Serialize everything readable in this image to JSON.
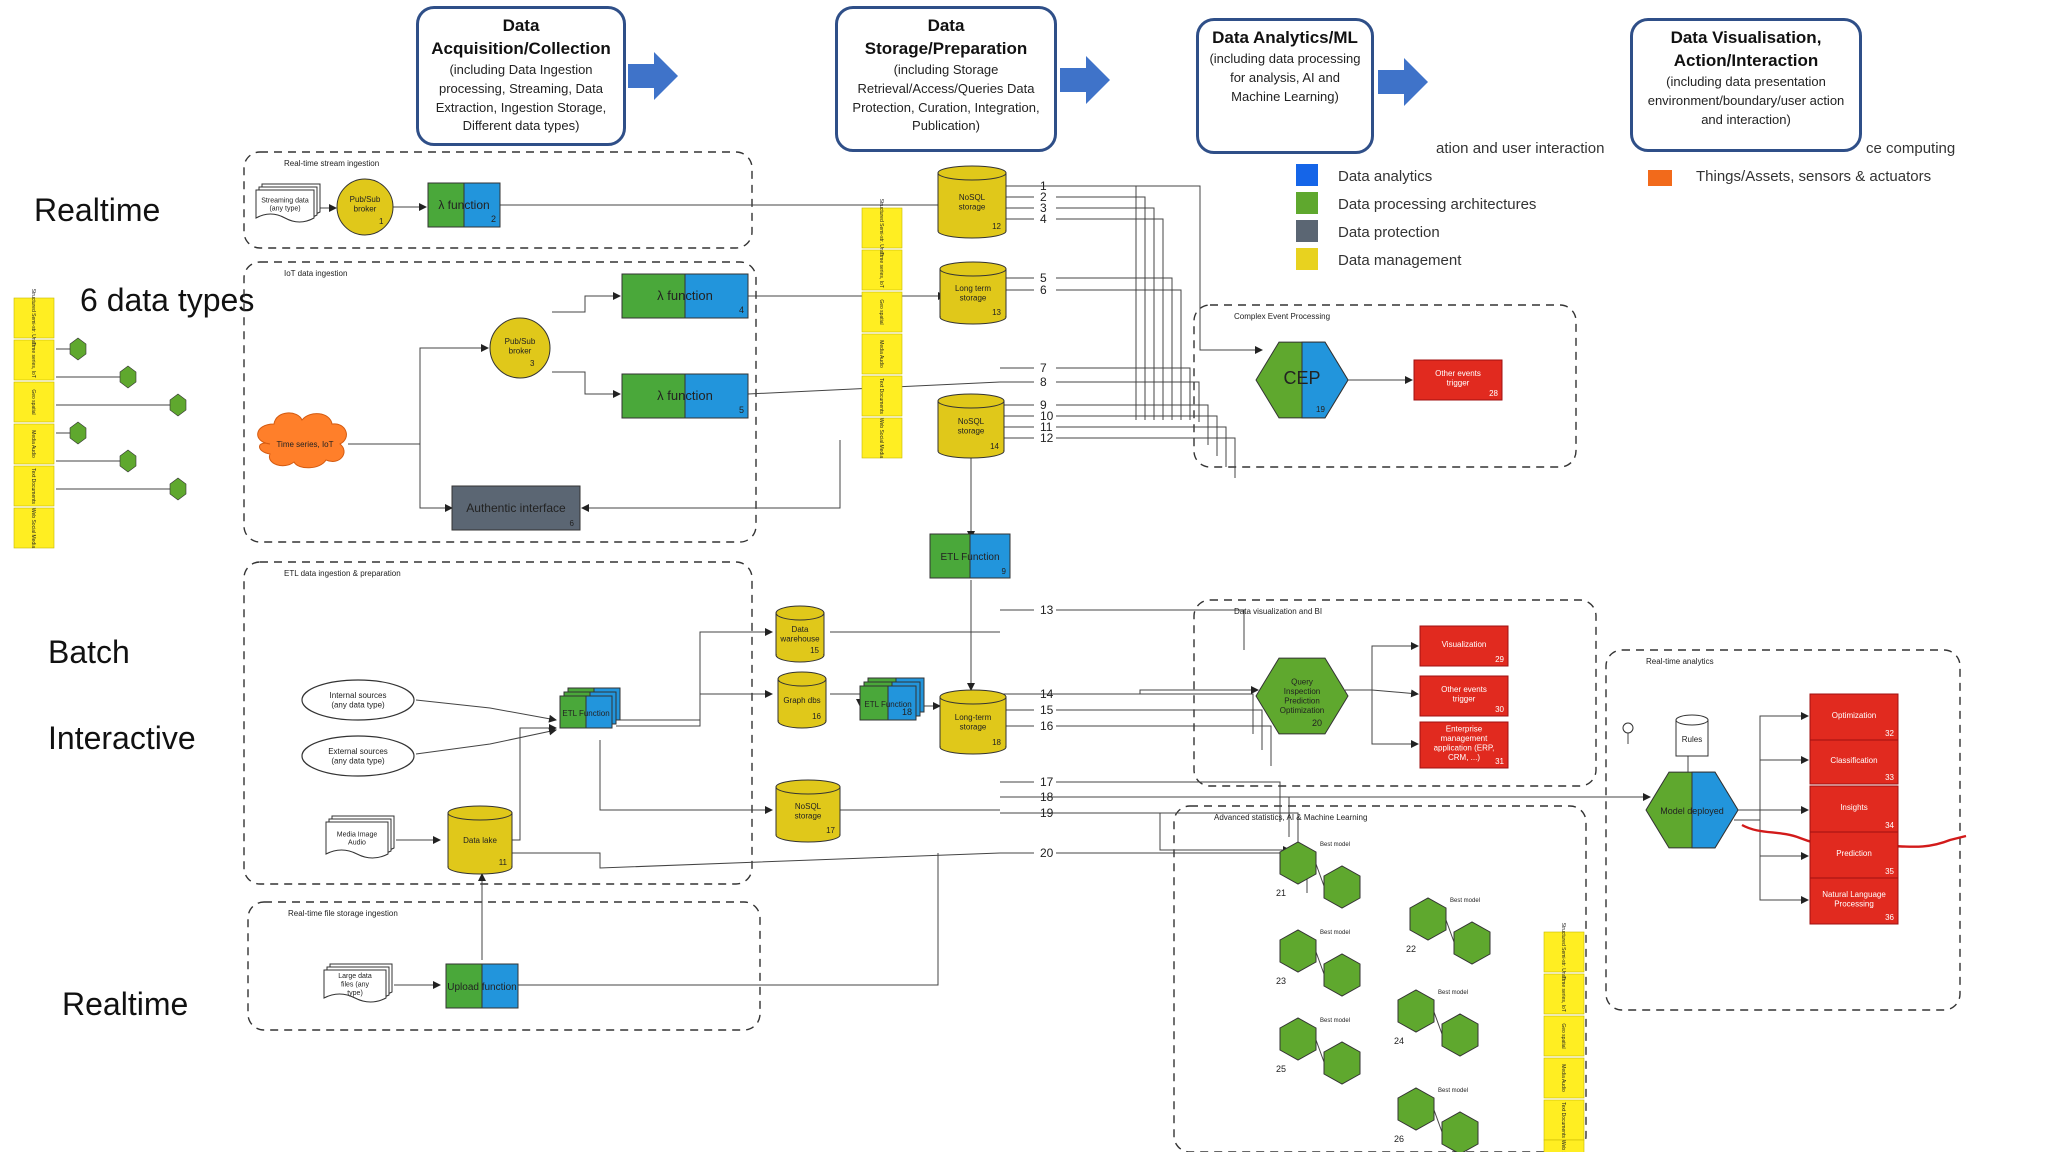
{
  "phases": [
    {
      "title": "Data Acquisition/Collection",
      "subtitle": "(including Data Ingestion processing, Streaming, Data Extraction, Ingestion Storage, Different data types)"
    },
    {
      "title": "Data Storage/Preparation",
      "subtitle": "(including Storage Retrieval/Access/Queries Data Protection, Curation, Integration, Publication)"
    },
    {
      "title": "Data Analytics/ML",
      "subtitle": "(including data processing for analysis, AI and Machine Learning)"
    },
    {
      "title": "Data Visualisation, Action/Interaction",
      "subtitle": "(including data presentation environment/boundary/user action and interaction)"
    }
  ],
  "side_labels": {
    "realtime_top": "Realtime",
    "data_types": "6 data types",
    "batch": "Batch",
    "interactive": "Interactive",
    "realtime_bottom": "Realtime"
  },
  "legend": {
    "partial_left": "ation and user interaction",
    "partial_right": "ce computing",
    "partial_things": "Things/Assets, sensors & actuators",
    "items": [
      {
        "label": "Data analytics",
        "color": "#1565e8"
      },
      {
        "label": "Data processing architectures",
        "color": "#5fa82e"
      },
      {
        "label": "Data protection",
        "color": "#5b6673"
      },
      {
        "label": "Data management",
        "color": "#e8d21f"
      }
    ],
    "things_color": "#f26a1b"
  },
  "colors": {
    "phase_border": "#2f4f88",
    "arrow": "#3f73c9",
    "storage": "#e0c81a",
    "lambda_green": "#4aa83a",
    "lambda_blue": "#2295dc",
    "cep_green": "#5fa82e",
    "output_red": "#e12a1f",
    "cloud": "#ff7f2a",
    "auth_grey": "#5b6673",
    "sticky": "#ffee22"
  },
  "groups": {
    "realtime_stream": "Real-time stream ingestion",
    "iot": "IoT data ingestion",
    "etl": "ETL data ingestion & preparation",
    "file_storage": "Real-time file storage ingestion",
    "cep": "Complex Event Processing",
    "bi": "Data visualization and BI",
    "aiml": "Advanced statistics, AI & Machine Learning",
    "rta": "Real-time analytics"
  },
  "nodes": {
    "streaming_data": "Streaming data (any type)",
    "pubsub": "Pub/Sub broker",
    "lambda2": "λ function",
    "lambda4": "λ function",
    "lambda5": "λ function",
    "cloud": "Time series, IoT",
    "auth": "Authentic interface",
    "nosql12": "NoSQL storage",
    "longterm13": "Long term storage",
    "nosql14": "NoSQL storage",
    "etl9": "ETL Function",
    "dw15": "Data warehouse",
    "graph16": "Graph dbs",
    "nosql17": "NoSQL storage",
    "longterm18": "Long-term storage",
    "datalake": "Data lake",
    "etl_function": "ETL Function",
    "internal": "Internal sources (any data type)",
    "external": "External sources (any data type)",
    "media": "Media Image Audio",
    "largefiles": "Large data files (any type)",
    "upload": "Upload function",
    "cep": "CEP",
    "other_trigger28": "Other events trigger",
    "bi_hex": "Query Inspection Prediction Optimization",
    "visualization": "Visualization",
    "other_trigger30": "Other events trigger",
    "enterprise": "Enterprise management application (ERP, CRM, ...)",
    "rules": "Rules",
    "model": "Model deployed",
    "optimization": "Optimization",
    "classification": "Classification",
    "insights": "Insights",
    "prediction": "Prediction",
    "nlp": "Natural Language Processing",
    "best_model": "Best model"
  },
  "numbers": {
    "n1": "1",
    "n2": "2",
    "n3": "3",
    "n4": "4",
    "n5": "5",
    "n6": "6",
    "n9": "9",
    "n11": "11",
    "n12": "12",
    "n13": "13",
    "n14": "14",
    "n15": "15",
    "n16": "16",
    "n17": "17",
    "n18": "18",
    "n19": "19",
    "n20": "20",
    "n21": "21",
    "n22": "22",
    "n23": "23",
    "n24": "24",
    "n25": "25",
    "n26": "26",
    "n28": "28",
    "n29": "29",
    "n30": "30",
    "n31": "31",
    "n32": "32",
    "n33": "33",
    "n34": "34",
    "n35": "35",
    "n36": "36"
  },
  "bus_labels": [
    "1",
    "2",
    "3",
    "4",
    "5",
    "6",
    "7",
    "8",
    "9",
    "10",
    "11",
    "12",
    "13",
    "14",
    "15",
    "16",
    "17",
    "18",
    "19",
    "20"
  ],
  "sticky_notes": [
    "Structured Semi-str. Unstr.",
    "Time series, IoT",
    "Geo spatial",
    "Media Audio",
    "Text Documents",
    "Web Social Media"
  ]
}
